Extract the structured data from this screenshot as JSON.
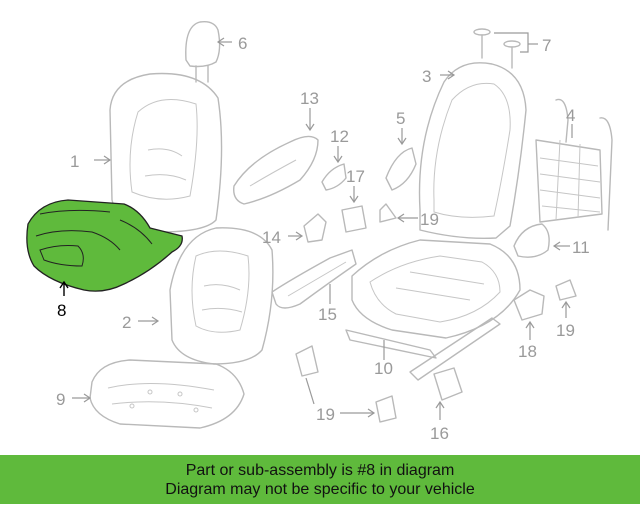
{
  "colors": {
    "highlight": "#5fba3c",
    "banner_bg": "#5fba3c",
    "part_stroke": "#b9b9b9",
    "callout_text": "#9a9a9a",
    "highlight_label": "#000000"
  },
  "callouts": {
    "c1": "1",
    "c2": "2",
    "c3": "3",
    "c4": "4",
    "c5": "5",
    "c6": "6",
    "c7": "7",
    "c8": "8",
    "c9": "9",
    "c10": "10",
    "c11": "11",
    "c12": "12",
    "c13": "13",
    "c14": "14",
    "c15": "15",
    "c16": "16",
    "c17": "17",
    "c18": "18",
    "c19a": "19",
    "c19b": "19",
    "c19c": "19"
  },
  "banner": {
    "line1": "Part or sub-assembly is #8 in diagram",
    "line2": "Diagram may not be specific to your vehicle"
  }
}
